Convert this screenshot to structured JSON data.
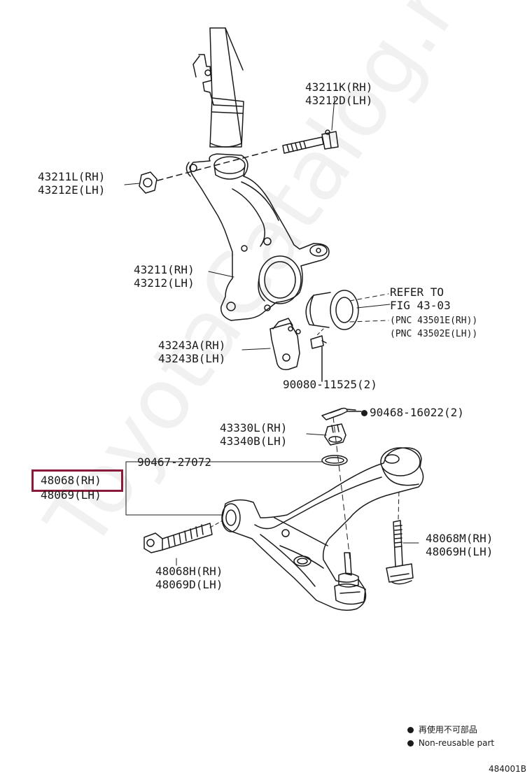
{
  "watermark": "ToyotaCatalog.ru",
  "labels": {
    "bolt_top_rh": "43211K(RH)",
    "bolt_top_lh": "43212D(LH)",
    "nut_left_rh": "43211L(RH)",
    "nut_left_lh": "43212E(LH)",
    "knuckle_rh": "43211(RH)",
    "knuckle_lh": "43212(LH)",
    "refer_line1": "REFER TO",
    "refer_line2": "FIG 43-03",
    "refer_line3": "(PNC 43501E(RH))",
    "refer_line4": "(PNC 43502E(LH))",
    "bracket_rh": "43243A(RH)",
    "bracket_lh": "43243B(LH)",
    "screw": "90080-11525(2)",
    "pin": "90468-16022(2)",
    "nut_mid_rh": "43330L(RH)",
    "nut_mid_lh": "43340B(LH)",
    "ring": "90467-27072",
    "arm_rh": "48068(RH)",
    "arm_lh": "48069(LH)",
    "bolt_right_rh": "48068M(RH)",
    "bolt_right_lh": "48069H(LH)",
    "bolt_left_rh": "48068H(RH)",
    "bolt_left_lh": "48069D(LH)"
  },
  "legend": {
    "line1": "再使用不可部品",
    "line2": "Non-reusable part"
  },
  "figure_number": "484001B",
  "colors": {
    "ink": "#1a1a1a",
    "highlight": "#8a1a3a",
    "watermark": "#969696"
  }
}
